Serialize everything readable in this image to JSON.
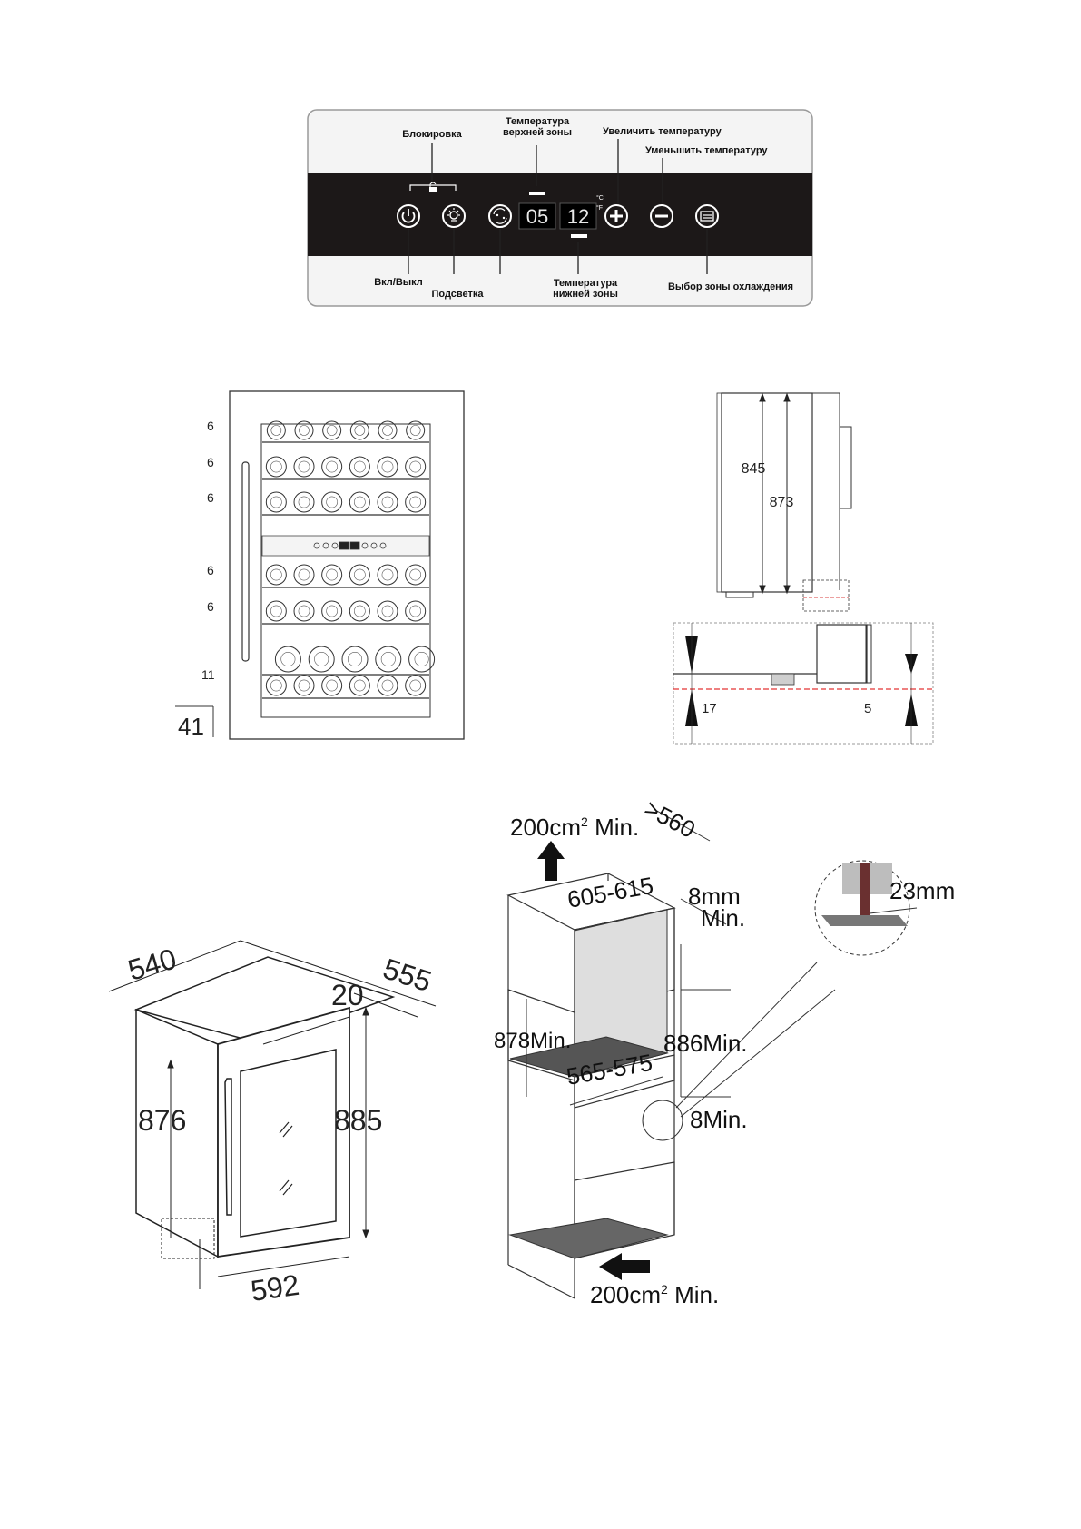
{
  "control_panel": {
    "labels": {
      "lock": "Блокировка",
      "upper_zone_temp_l1": "Температура",
      "upper_zone_temp_l2": "верхней зоны",
      "increase_temp": "Увеличить температуру",
      "decrease_temp": "Уменьшить температуру",
      "power": "Вкл/Выкл",
      "light": "Подсветка",
      "lower_zone_temp_l1": "Температура",
      "lower_zone_temp_l2": "нижней зоны",
      "zone_select": "Выбор зоны охлаждения"
    },
    "display": {
      "left": "05",
      "right": "12"
    },
    "colors": {
      "panel_dark": "#1c1818",
      "panel_frame": "#f4f4f4",
      "button_ring": "#ffffff"
    },
    "icons": [
      "lock-icon",
      "power-icon",
      "light-icon",
      "unit-switch-icon",
      "plus-icon",
      "minus-icon",
      "zone-select-icon"
    ]
  },
  "front_view": {
    "shelf_counts": [
      "6",
      "6",
      "6",
      "6",
      "6",
      "11"
    ],
    "total": "41"
  },
  "side_view": {
    "dim_outer": "845",
    "dim_inner": "873"
  },
  "detail_view": {
    "left": "17",
    "right": "5"
  },
  "appliance_dims": {
    "width": "540",
    "depth": "555",
    "door": "20",
    "height_inner": "876",
    "height_total": "885",
    "width_door": "592"
  },
  "niche_dims": {
    "vent_top_value": "200cm",
    "vent_top_sup": "2",
    "vent_top_suffix": " Min.",
    "depth": ">560",
    "width_outer": "605-615",
    "width_inner": "565-575",
    "gap_top_l1": "8mm",
    "gap_top_l2": "Min.",
    "height_min": "878Min.",
    "height_niche": "886Min.",
    "gap_bottom": "8Min.",
    "detail": "23mm",
    "vent_bottom_value": "200cm",
    "vent_bottom_sup": "2",
    "vent_bottom_suffix": " Min."
  }
}
